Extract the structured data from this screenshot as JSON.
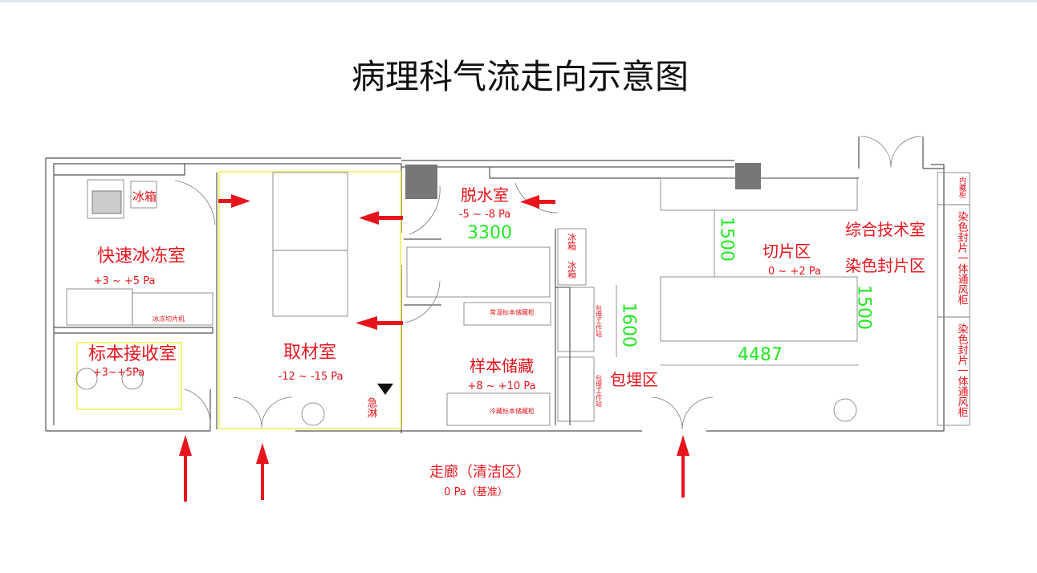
{
  "title": "病理科气流走向示意图",
  "rooms": {
    "quick_freeze": {
      "name": "快速冰冻室",
      "pressure": "+3 ~ +5 Pa"
    },
    "specimen_receive": {
      "name": "标本接收室",
      "pressure": "+3~+5Pa"
    },
    "grossing": {
      "name": "取材室",
      "pressure": "-12 ~ -15 Pa"
    },
    "dehydration": {
      "name": "脱水室",
      "pressure": "-5 ~ -8 Pa"
    },
    "sample_storage": {
      "name": "样本储藏",
      "pressure": "+8 ~ +10 Pa"
    },
    "embedding": {
      "name": "包埋区"
    },
    "sectioning": {
      "name": "切片区",
      "pressure": "0 ~ +2 Pa"
    },
    "tech_room": {
      "name": "综合技术室",
      "sub": "染色封片区"
    },
    "corridor": {
      "name": "走廊（清洁区）",
      "pressure": "0 Pa（基准）"
    }
  },
  "equipment": {
    "fridge": "冰箱",
    "cryostat": "冰冻切片机",
    "eyewash": "急淋",
    "room_temp_cabinet": "常温标本储藏柜",
    "cold_cabinet": "冷藏标本储藏柜",
    "embedding_station": "包埋工作站",
    "stain_hood": "染色封片一体通风柜",
    "built_in_cabinet": "内藏柜"
  },
  "dimensions": {
    "d3300": "3300",
    "d1600": "1600",
    "d1500a": "1500",
    "d1500b": "1500",
    "d4487": "4487"
  },
  "colors": {
    "text": "#e8141c",
    "dimension": "#22e822",
    "arrow": "#e8141c",
    "wall": "#555555",
    "zone": "#f2f27a"
  }
}
